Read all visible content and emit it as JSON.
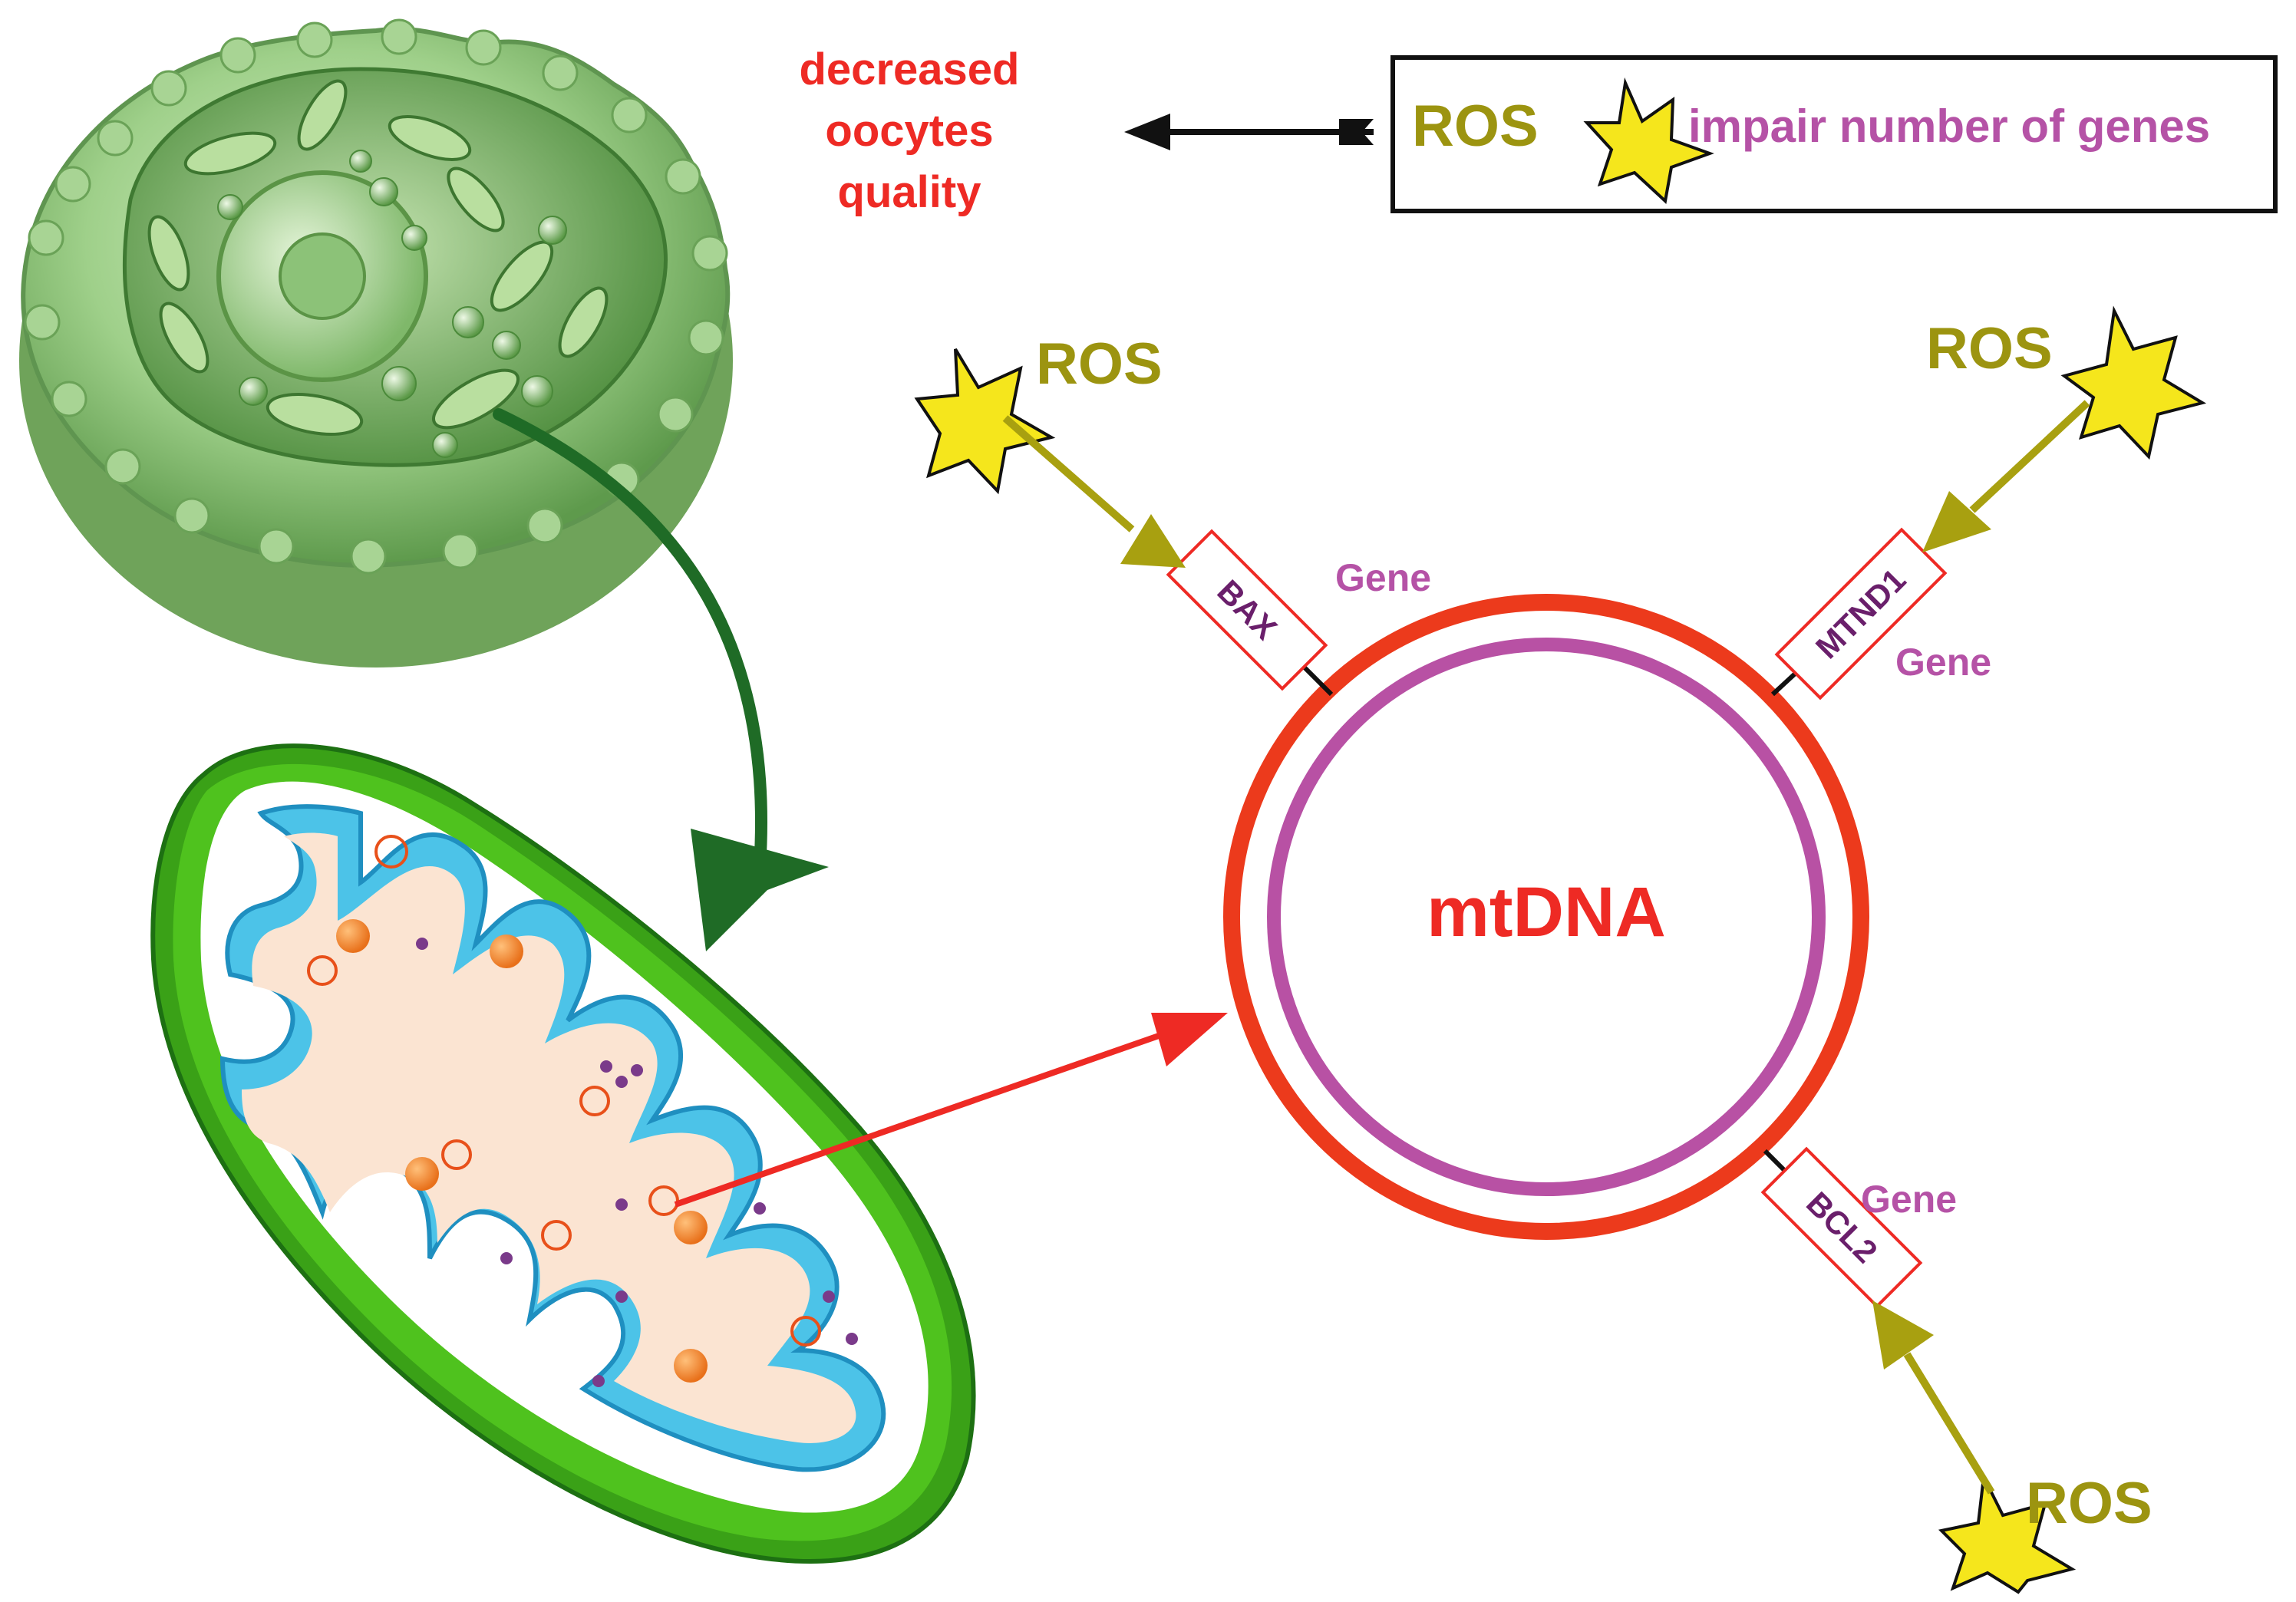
{
  "outcome": {
    "line1": "decreased",
    "line2": "oocytes",
    "line3": "quality"
  },
  "legend": {
    "ros": "ROS",
    "text": "impair number of genes"
  },
  "center": {
    "label": "mtDNA"
  },
  "ros_label": "ROS",
  "gene_label": "Gene",
  "genes": [
    {
      "name": "BAX"
    },
    {
      "name": "MTND1"
    },
    {
      "name": "BCL2"
    }
  ],
  "colors": {
    "red": "#ee2a24",
    "ring_outer": "#ec3a1c",
    "ring_inner": "#b851a4",
    "purple_text": "#b552a6",
    "gene_text": "#6a1f6b",
    "olive": "#a8a010",
    "olive_text": "#9c9410",
    "star": "#f5e61c",
    "dark_green": "#1f6b26",
    "mito_green": "#3ea51a",
    "mito_blue": "#4cc3e8",
    "mito_matrix": "#fbe4d2"
  },
  "icons": {
    "cell": "oocyte-cell-illustration",
    "mito": "mitochondrion-illustration",
    "star": "ros-star-icon"
  }
}
